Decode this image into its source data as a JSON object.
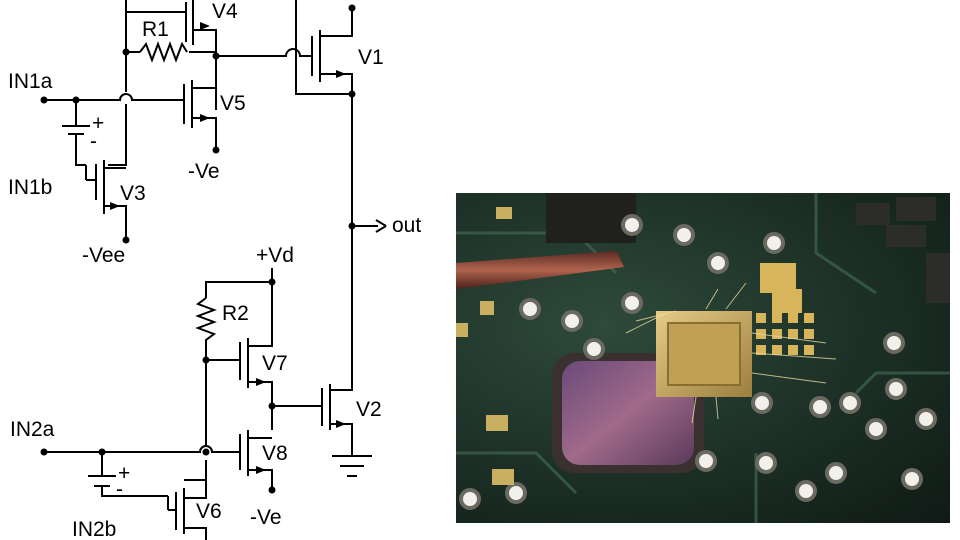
{
  "labels": {
    "r1": "R1",
    "r2": "R2",
    "v1": "V1",
    "v2": "V2",
    "v3": "V3",
    "v4": "V4",
    "v5": "V5",
    "v6": "V6",
    "v7": "V7",
    "v8": "V8",
    "in1a": "IN1a",
    "in1b": "IN1b",
    "in2a": "IN2a",
    "in2b": "IN2b",
    "out": "out",
    "vd": "+Vd",
    "ve_top": "-Ve",
    "ve_bottom": "-Ve",
    "vee": "-Vee",
    "plus_top": "+",
    "minus_top": "-",
    "plus_bottom": "+",
    "minus_bottom": "-"
  },
  "colors": {
    "wire": "#000000",
    "board": "#1c2f26",
    "die": "#c8a85a",
    "window": "#8a5a8a",
    "probe": "#8a4a3a"
  }
}
